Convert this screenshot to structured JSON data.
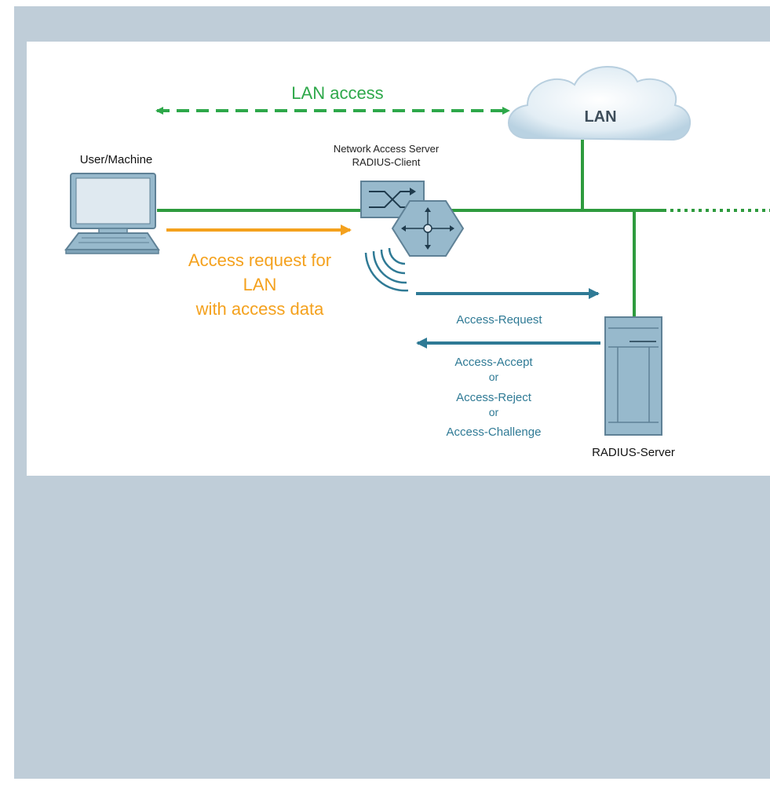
{
  "labels": {
    "lan_access": "LAN access",
    "cloud": "LAN",
    "user": "User/Machine",
    "nas_line1": "Network Access Server",
    "nas_line2": "RADIUS-Client",
    "access_request_client_line1": "Access request for",
    "access_request_client_line2": "LAN",
    "access_request_client_line3": "with access data",
    "radius_request": "Access-Request",
    "response_line1": "Access-Accept",
    "response_line2": "or",
    "response_line3": "Access-Reject",
    "response_line4": "or",
    "response_line5": "Access-Challenge",
    "server": "RADIUS-Server"
  },
  "colors": {
    "background": "#bfcdd8",
    "card": "#ffffff",
    "network_line": "#2e9b3e",
    "lan_access_green": "#2ea84a",
    "request_orange": "#f4a11d",
    "radius_teal": "#2f7a95",
    "device_blue": "#97b9cc",
    "device_stroke": "#5f8196"
  },
  "icons": [
    "computer-icon",
    "switch-icon",
    "router-icon",
    "wireless-icon",
    "cloud-icon",
    "server-icon"
  ]
}
